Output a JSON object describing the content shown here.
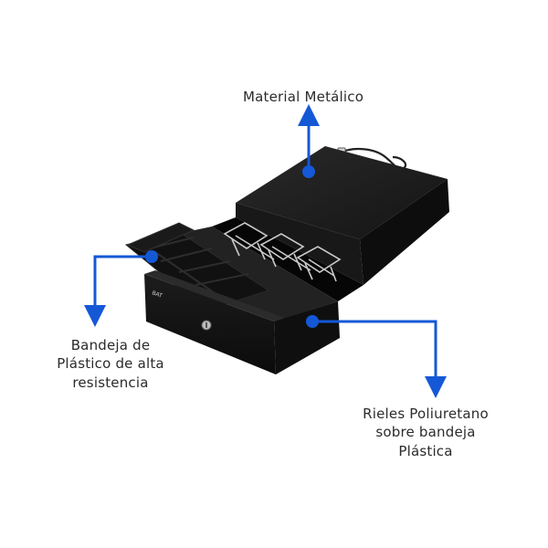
{
  "callouts": {
    "metal": {
      "text": "Material Metálico"
    },
    "tray": {
      "lines": [
        "Bandeja de",
        "Plástico de alta",
        "resistencia"
      ]
    },
    "rails": {
      "lines": [
        "Rieles Poliuretano",
        "sobre bandeja",
        "Plástica"
      ]
    }
  },
  "product": {
    "badge_text": "BAT"
  },
  "colors": {
    "accent": "#1558d6",
    "drawer_body": "#141414",
    "drawer_top": "#1d1d1d",
    "text": "#2b2b2b"
  }
}
